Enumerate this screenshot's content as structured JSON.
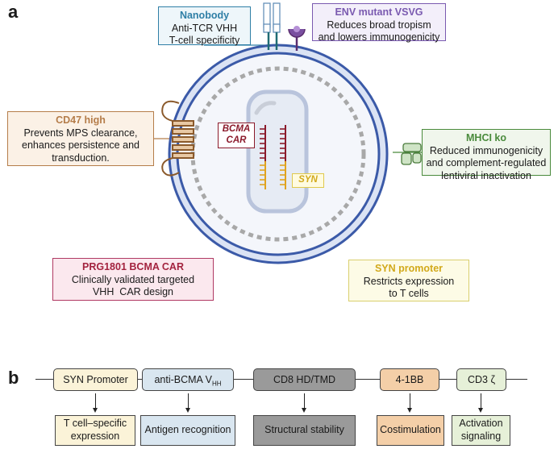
{
  "panel_a": {
    "letter": "a",
    "nanobody": {
      "title": "Nanobody",
      "lines": [
        "Anti-TCR VHH",
        "T-cell specificity"
      ]
    },
    "env": {
      "title": "ENV mutant VSVG",
      "lines": [
        "Reduces broad tropism",
        "and lowers immunogenicity"
      ]
    },
    "cd47": {
      "title": "CD47 high",
      "lines": [
        "Prevents MPS clearance,",
        "enhances persistence and",
        "transduction."
      ]
    },
    "mhci": {
      "title": "MHCI ko",
      "lines": [
        "Reduced immunogenicity",
        "and complement-regulated",
        "lentiviral inactivation"
      ]
    },
    "prg": {
      "title": "PRG1801 BCMA CAR",
      "lines": [
        "Clinically validated targeted",
        "VHH  CAR design"
      ]
    },
    "syn_promoter": {
      "title": "SYN promoter",
      "lines": [
        "Restricts expression",
        "to T cells"
      ]
    },
    "virion_labels": {
      "bcma": "BCMA",
      "car": "CAR",
      "syn": "SYN"
    },
    "colors": {
      "membrane": "#3b5aa8",
      "membrane_fill": "#dbe3f4",
      "interior": "#f4f6fb",
      "rna_red": "#8b1a2b",
      "rna_yellow": "#e0a320"
    }
  },
  "panel_b": {
    "letter": "b",
    "genes": [
      {
        "label": "SYN Promoter",
        "fill": "#fbf3d8"
      },
      {
        "label": "anti-BCMA V",
        "sub": "HH",
        "fill": "#d9e6f0"
      },
      {
        "label": "CD8 HD/TMD",
        "fill": "#9a9a9a"
      },
      {
        "label": "4-1BB",
        "fill": "#f4cfa8"
      },
      {
        "label": "CD3 ζ",
        "fill": "#e6f0d8"
      }
    ],
    "functions": [
      {
        "label": "T cell–specific expression",
        "lines": [
          "T cell–specific",
          "expression"
        ],
        "fill": "#fbf3d8"
      },
      {
        "label": "Antigen recognition",
        "lines": [
          "Antigen recognition"
        ],
        "fill": "#d9e6f0"
      },
      {
        "label": "Structural stability",
        "lines": [
          "Structural stability"
        ],
        "fill": "#9a9a9a"
      },
      {
        "label": "Costimulation",
        "lines": [
          "Costimulation"
        ],
        "fill": "#f4cfa8"
      },
      {
        "label": "Activation signaling",
        "lines": [
          "Activation",
          "signaling"
        ],
        "fill": "#e6f0d8"
      }
    ]
  }
}
